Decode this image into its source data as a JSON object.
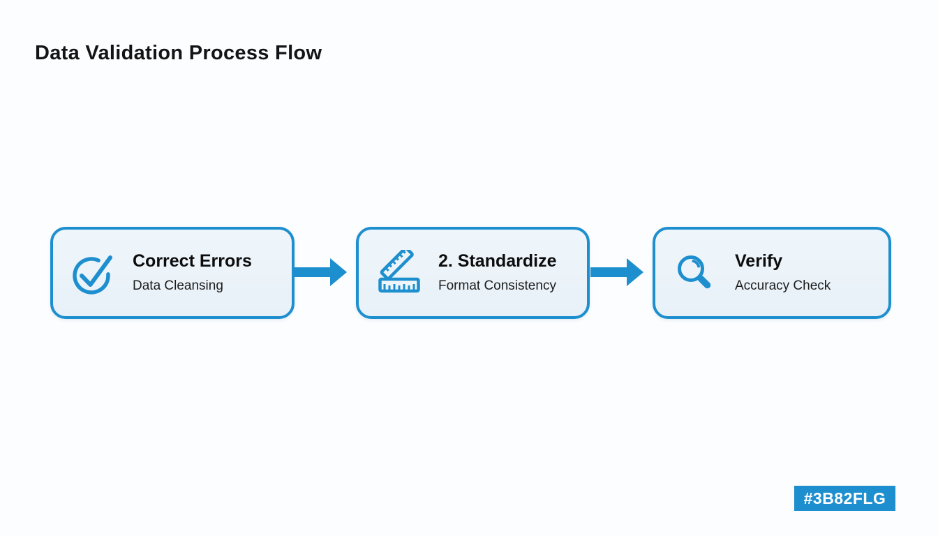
{
  "page": {
    "title": "Data Validation Process Flow"
  },
  "theme": {
    "accent": "#1E8FCE",
    "box_fill_top": "#EFF6FB",
    "box_fill_bottom": "#E8F1F8",
    "background": "#FCFDFE",
    "title_color": "#141414",
    "subtitle_color": "#1C1C1C",
    "badge_text": "#FFFFFF"
  },
  "flow": {
    "steps": [
      {
        "icon": "check-circle-icon",
        "title": "Correct Errors",
        "subtitle": "Data Cleansing"
      },
      {
        "icon": "ruler-icon",
        "title": "2. Standardize",
        "subtitle": "Format Consistency"
      },
      {
        "icon": "search-icon",
        "title": "Verify",
        "subtitle": "Accuracy Check"
      }
    ],
    "connector": "arrow-right"
  },
  "badge": {
    "label": "#3B82FLG"
  }
}
